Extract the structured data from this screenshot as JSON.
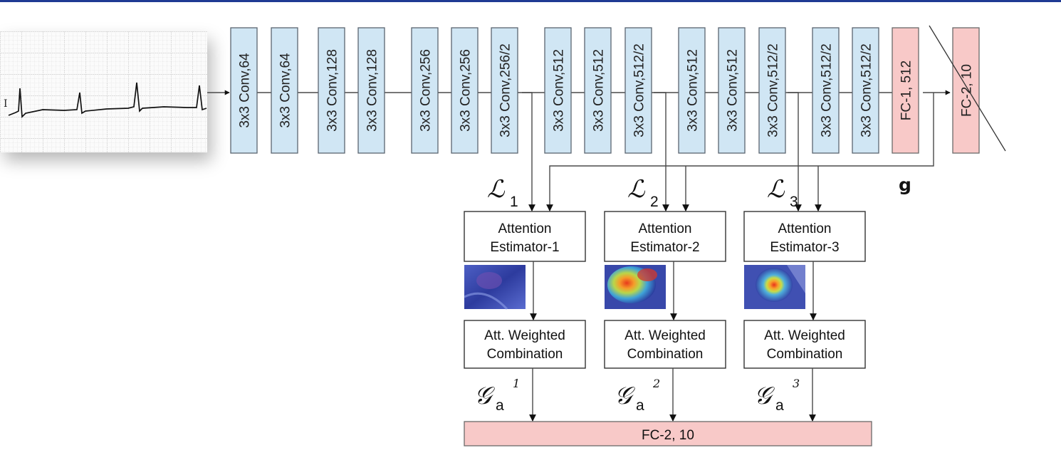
{
  "colors": {
    "top_bar": "#1f3a93",
    "conv_block": "#d0e6f4",
    "fc_block": "#f8c9c8"
  },
  "ecg": {
    "lead_label": "I"
  },
  "conv_layers": [
    "3x3 Conv,64",
    "3x3 Conv,64",
    "3x3 Conv,128",
    "3x3 Conv,128",
    "3x3 Conv,256",
    "3x3 Conv,256",
    "3x3 Conv,256/2",
    "3x3 Conv,512",
    "3x3 Conv,512",
    "3x3 Conv,512/2",
    "3x3 Conv,512",
    "3x3 Conv,512",
    "3x3 Conv,512/2",
    "3x3 Conv,512/2",
    "3x3 Conv,512/2"
  ],
  "fc_layers": [
    "FC-1, 512",
    "FC-2, 10"
  ],
  "global_feature_label": "g",
  "branches": [
    {
      "loss_symbol": "ℒ",
      "loss_index": "1",
      "estimator_line1": "Attention",
      "estimator_line2": "Estimator-1",
      "combo_line1": "Att. Weighted",
      "combo_line2": "Combination",
      "output_symbol": "𝒢",
      "output_sub": "a",
      "output_sup": "1",
      "heatmap": "weak"
    },
    {
      "loss_symbol": "ℒ",
      "loss_index": "2",
      "estimator_line1": "Attention",
      "estimator_line2": "Estimator-2",
      "combo_line1": "Att. Weighted",
      "combo_line2": "Combination",
      "output_symbol": "𝒢",
      "output_sub": "a",
      "output_sup": "2",
      "heatmap": "strong"
    },
    {
      "loss_symbol": "ℒ",
      "loss_index": "3",
      "estimator_line1": "Attention",
      "estimator_line2": "Estimator-3",
      "combo_line1": "Att. Weighted",
      "combo_line2": "Combination",
      "output_symbol": "𝒢",
      "output_sub": "a",
      "output_sup": "3",
      "heatmap": "focused"
    }
  ],
  "final_layer": "FC-2, 10"
}
